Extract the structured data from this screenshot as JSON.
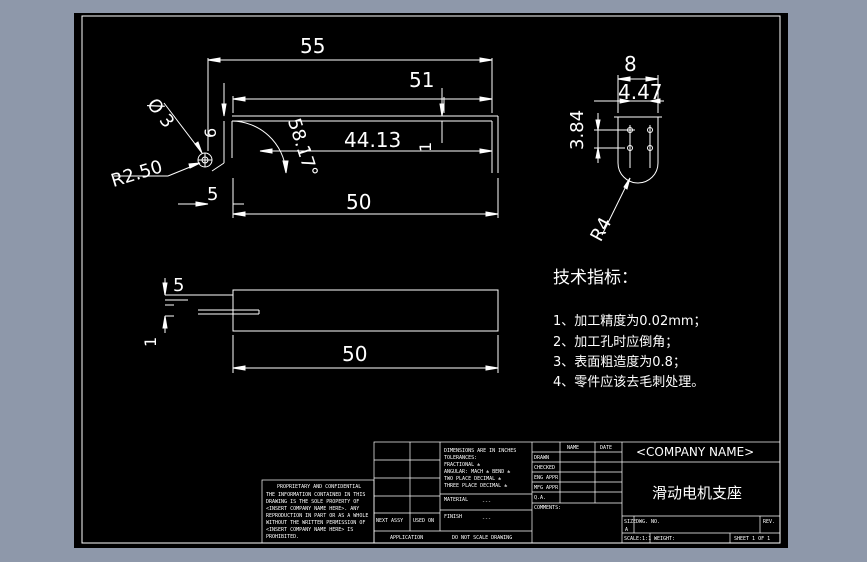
{
  "drawing": {
    "front_view_dims": {
      "overall_length": "55",
      "hole_offset": "51",
      "inner_length": "44.13",
      "angle": "58.17°",
      "thickness": "1",
      "bend_height": "6",
      "hole_diameter": "Ø 3",
      "radius": "R2.50",
      "offset": "5",
      "bottom_length": "50"
    },
    "side_view_dims": {
      "width": "8",
      "hole_spacing": "4.47",
      "height": "3.84",
      "radius": "R4"
    },
    "top_view_dims": {
      "offset": "5",
      "thickness": "1",
      "length": "50"
    }
  },
  "tech_notes": {
    "title": "技术指标：",
    "items": [
      "1、加工精度为0.02mm；",
      "2、加工孔时应倒角；",
      "3、表面粗造度为0.8；",
      "4、零件应该去毛刺处理。"
    ]
  },
  "title_block": {
    "company": "<COMPANY NAME>",
    "part_title": "滑动电机支座",
    "header_name": "NAME",
    "header_date": "DATE",
    "drawn": "DRAWN",
    "checked": "CHECKED",
    "eng_appr": "ENG APPR",
    "mfg_appr": "MFG APPR",
    "qa": "Q.A.",
    "comments": "COMMENTS:",
    "dim_note_1": "DIMENSIONS ARE IN INCHES",
    "dim_note_2": "TOLERANCES:",
    "dim_note_3": "FRACTIONAL ±",
    "dim_note_4": "ANGULAR: MACH ±  BEND ±",
    "dim_note_5": "TWO PLACE DECIMAL  ±",
    "dim_note_6": "THREE PLACE DECIMAL  ±",
    "material": "MATERIAL",
    "material_val": "---",
    "finish": "FINISH",
    "finish_val": "---",
    "next_assy": "NEXT ASSY",
    "used_on": "USED ON",
    "application": "APPLICATION",
    "no_scale": "DO NOT SCALE DRAWING",
    "size": "SIZE",
    "size_val": "A",
    "dwg_no": "DWG. NO.",
    "rev": "REV.",
    "scale": "SCALE:1:1",
    "weight": "WEIGHT:",
    "sheet": "SHEET 1 OF 1",
    "proprietary_title": "PROPRIETARY AND CONFIDENTIAL",
    "proprietary_lines": [
      "THE INFORMATION CONTAINED IN THIS",
      "DRAWING IS THE SOLE PROPERTY OF",
      "<INSERT COMPANY NAME HERE>. ANY",
      "REPRODUCTION IN PART OR AS A WHOLE",
      "WITHOUT THE WRITTEN PERMISSION OF",
      "<INSERT COMPANY NAME HERE> IS",
      "PROHIBITED."
    ]
  }
}
